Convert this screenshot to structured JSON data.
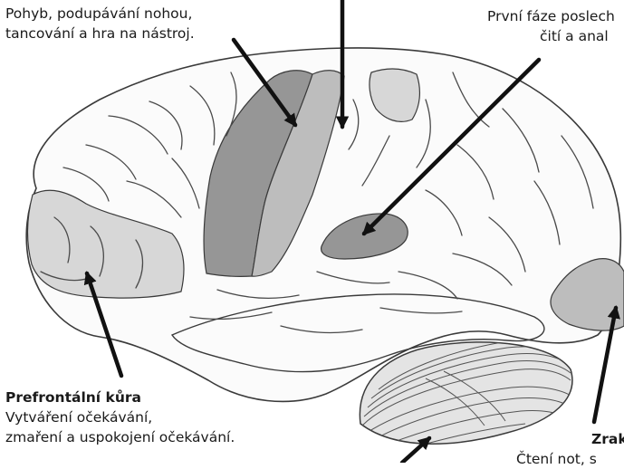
{
  "colors": {
    "background": "#ffffff",
    "outline": "#3a3a3a",
    "brain_fill": "#fbfbfb",
    "region_light": "#d7d7d7",
    "region_mid": "#bdbdbd",
    "region_dark": "#969696",
    "arrow": "#111111"
  },
  "labels": {
    "motor": {
      "line1": "Pohyb, podupávání nohou,",
      "line2": "tancování a hra na nástroj."
    },
    "auditory": {
      "line1": "První fáze poslech",
      "line2": "čití a anal"
    },
    "prefrontal": {
      "title": "Prefrontální kůra",
      "line1": "Vytváření očekávání,",
      "line2": "zmaření a uspokojení očekávání."
    },
    "visual": {
      "title": "Zrak",
      "line1": "Čtení not, s"
    }
  },
  "regions": [
    {
      "name": "prefrontal-cortex",
      "shade": "light"
    },
    {
      "name": "motor-cortex",
      "shade": "dark"
    },
    {
      "name": "sensory-cortex",
      "shade": "mid"
    },
    {
      "name": "parietal-region",
      "shade": "light"
    },
    {
      "name": "auditory-cortex",
      "shade": "dark"
    },
    {
      "name": "visual-cortex",
      "shade": "mid"
    },
    {
      "name": "cerebellum",
      "shade": "light"
    }
  ],
  "arrows": [
    {
      "name": "arrow-motor",
      "points_to": "motor-cortex"
    },
    {
      "name": "arrow-sensory",
      "points_to": "sensory-cortex"
    },
    {
      "name": "arrow-auditory",
      "points_to": "auditory-cortex"
    },
    {
      "name": "arrow-prefrontal",
      "points_to": "prefrontal-cortex"
    },
    {
      "name": "arrow-visual",
      "points_to": "visual-cortex"
    },
    {
      "name": "arrow-cerebellum",
      "points_to": "cerebellum"
    }
  ]
}
